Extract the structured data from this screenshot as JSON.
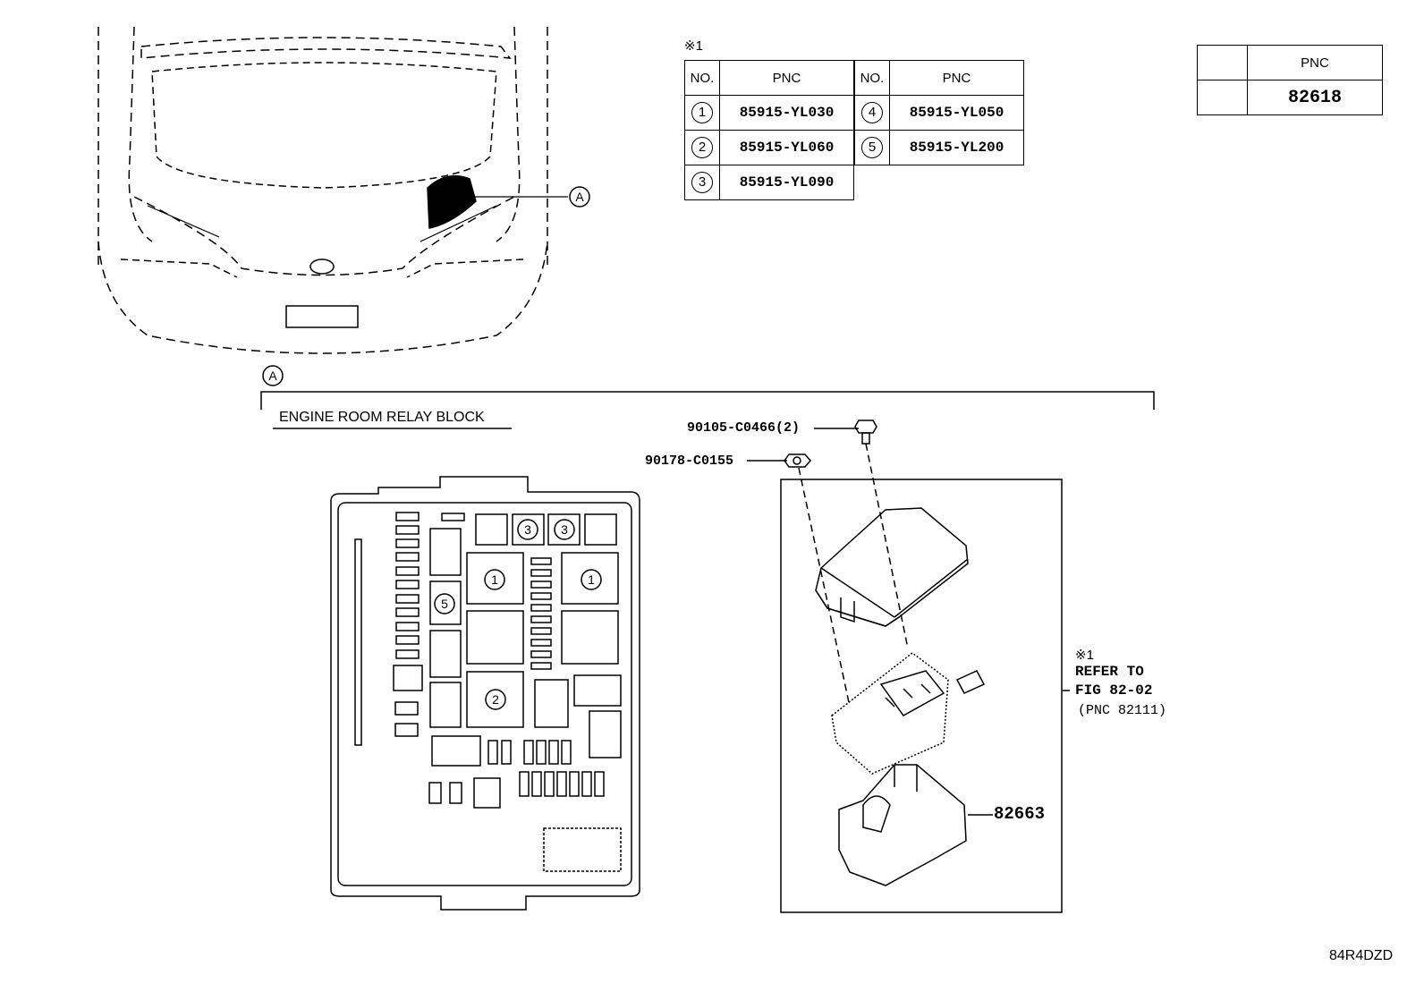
{
  "table1": {
    "note": "※1",
    "headers": {
      "no": "NO.",
      "pnc": "PNC"
    },
    "rows": [
      {
        "no": "1",
        "pnc": "85915-YL030"
      },
      {
        "no": "2",
        "pnc": "85915-YL060"
      },
      {
        "no": "3",
        "pnc": "85915-YL090"
      },
      {
        "no": "4",
        "pnc": "85915-YL050"
      },
      {
        "no": "5",
        "pnc": "85915-YL200"
      }
    ]
  },
  "table2": {
    "header": "PNC",
    "value": "82618"
  },
  "callouts": {
    "car_marker": "A",
    "section_marker": "A",
    "section_title": "ENGINE ROOM RELAY BLOCK",
    "bolt": "90105-C0466(2)",
    "nut": "90178-C0155",
    "lower_case": "82663",
    "refer_note": "※1",
    "refer_line1": "REFER TO",
    "refer_line2": "FIG 82-02",
    "refer_line3": "(PNC 82111)"
  },
  "relay_labels": {
    "top_left_3": "3",
    "top_right_3": "3",
    "left_1": "1",
    "right_1": "1",
    "fuse_5": "5",
    "center_2": "2"
  },
  "footer_code": "84R4DZD"
}
